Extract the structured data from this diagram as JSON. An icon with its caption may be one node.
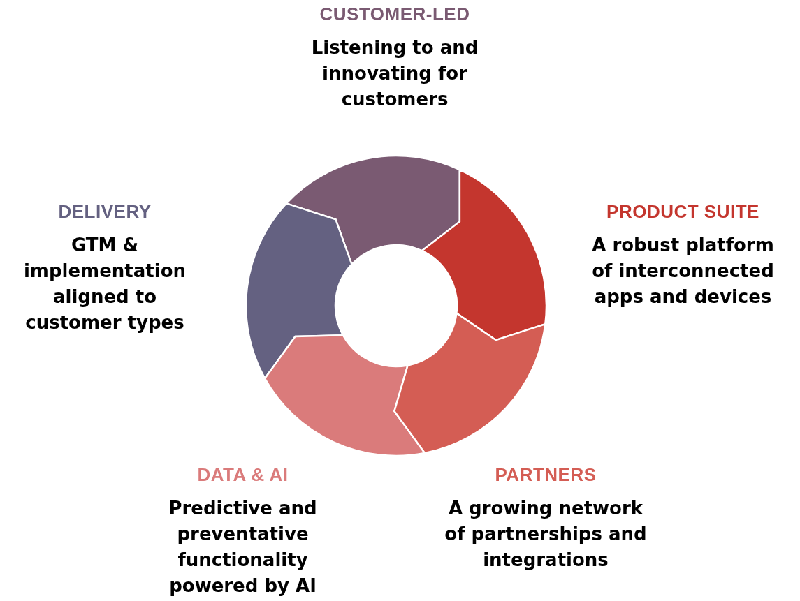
{
  "diagram": {
    "nodes": [
      {
        "text": [
          "CUSTOMER-LED",
          "Listening to and innovating for customers"
        ]
      },
      {
        "text": [
          "DELIVERY",
          "GTM & implementation aligned to customer types"
        ]
      },
      {
        "text": [
          "PRODUCT SUITE",
          "A robust platform of interconnected apps and devices"
        ]
      },
      {
        "text": [
          "DATA & AI",
          "Predictive and preventative functionality powered by AI"
        ]
      },
      {
        "text": [
          "PARTNERS",
          "A growing network of partnerships and integrations"
        ]
      }
    ]
  }
}
